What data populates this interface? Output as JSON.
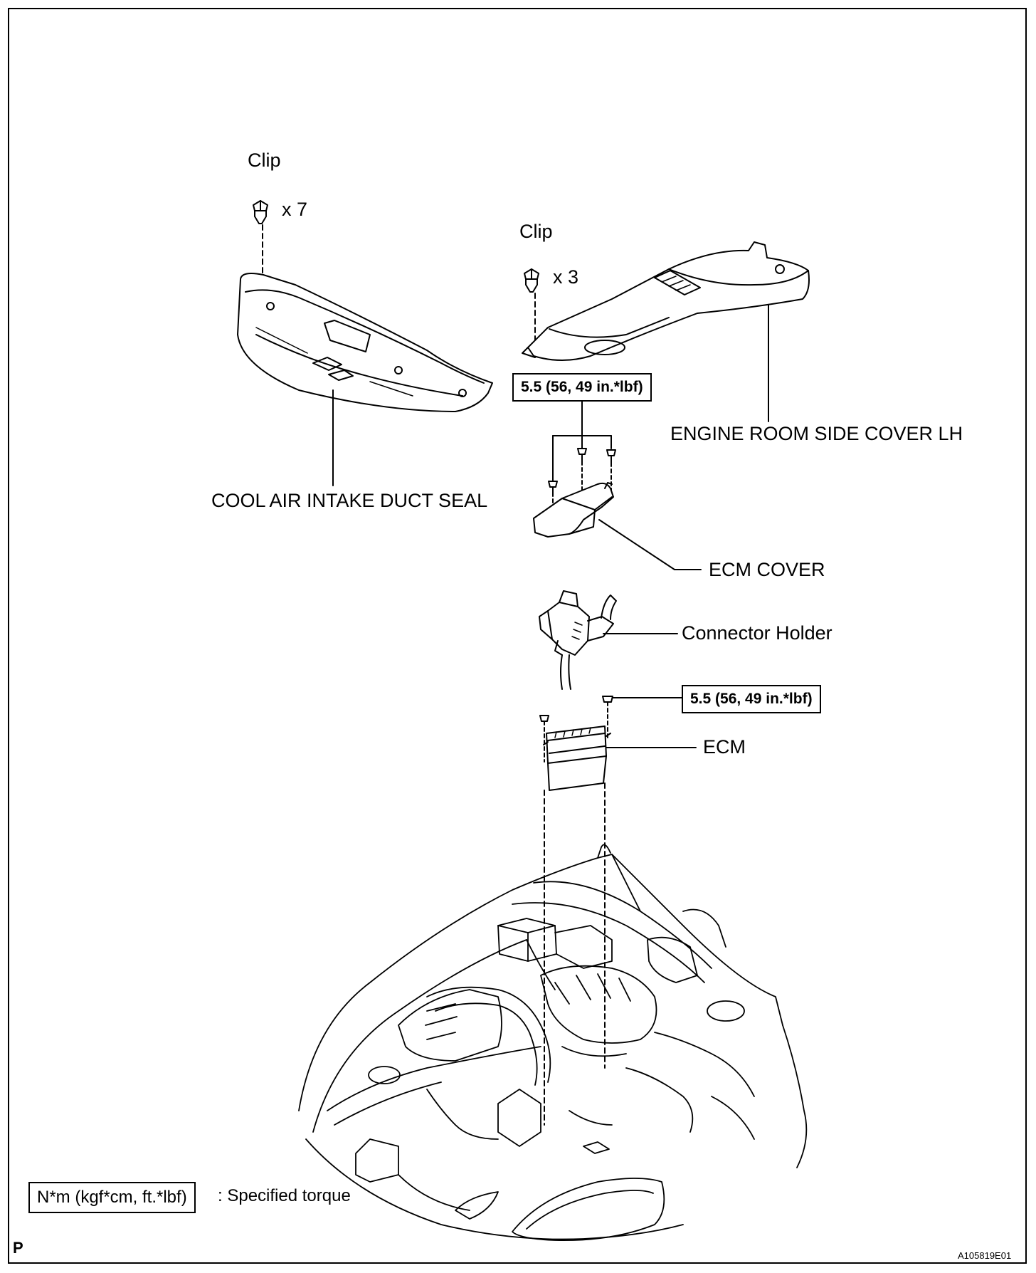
{
  "labels": {
    "clip_left": "Clip",
    "clip_left_qty": "x 7",
    "clip_right": "Clip",
    "clip_right_qty": "x 3",
    "engine_room_side_cover": "ENGINE ROOM SIDE COVER LH",
    "cool_air_intake_duct_seal": "COOL AIR INTAKE DUCT SEAL",
    "ecm_cover": "ECM COVER",
    "connector_holder": "Connector Holder",
    "ecm": "ECM"
  },
  "torque": {
    "ecm_cover_bolts": "5.5 (56, 49 in.*lbf)",
    "ecm_nuts": "5.5 (56, 49 in.*lbf)"
  },
  "legend": {
    "unit_box": "N*m (kgf*cm, ft.*lbf)",
    "description": ": Specified torque"
  },
  "footer": {
    "corner_mark": "P",
    "figure_code": "A105819E01"
  }
}
